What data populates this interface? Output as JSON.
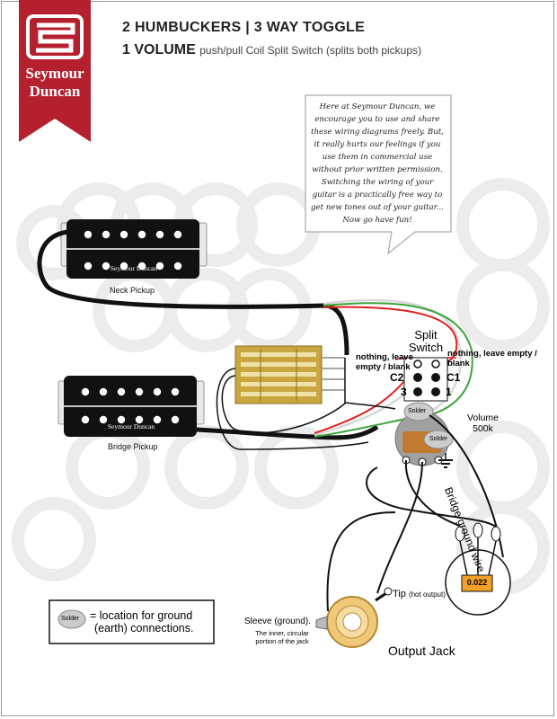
{
  "brand": {
    "line1": "Seymour",
    "line2": "Duncan",
    "ribbon_color": "#b5202e"
  },
  "header": {
    "title_line1": "2 HUMBUCKERS | 3 WAY TOGGLE",
    "title_line2_bold": "1 VOLUME",
    "title_line2_rest": "push/pull Coil Split Switch (splits both pickups)"
  },
  "note": {
    "text": "Here at Seymour Duncan, we encourage you to use and share these wiring diagrams freely. But, it really hurts our feelings if you use them in commercial use without prior written permission. Switching the wiring of your guitar is a practically free way to get new tones out of your guitar... Now go have fun!"
  },
  "pickups": {
    "neck": {
      "brand": "Seymour Duncan",
      "label": "Neck Pickup"
    },
    "bridge": {
      "brand": "Seymour Duncan",
      "label": "Bridge Pickup"
    }
  },
  "split_switch": {
    "title_line1": "Split",
    "title_line2": "Switch",
    "left_note_line1": "nothing, leave",
    "left_note_line2": "empty / blank",
    "right_note_line1": "nothing, leave empty /",
    "right_note_line2": "blank",
    "lug_c2": "C2",
    "lug_c1": "C1",
    "lug_3": "3",
    "lug_1": "1"
  },
  "volume": {
    "label_line1": "Volume",
    "label_line2": "500k",
    "solder1": "Solder",
    "solder2": "Solder"
  },
  "bridge_ground_label": "Bridge ground wire",
  "capacitor": {
    "value": "0.022",
    "color": "#f4a12a"
  },
  "jack": {
    "tip_label": "Tip",
    "tip_note": "(hot output)",
    "sleeve_label": "Sleeve (ground).",
    "sleeve_note_line1": "The inner, circular",
    "sleeve_note_line2": "portion of the jack",
    "title": "Output Jack"
  },
  "legend": {
    "solder_chip": "Solder",
    "text_line1": "= location for ground",
    "text_line2": "(earth) connections."
  },
  "wire_colors": {
    "red": "#e02020",
    "green": "#3aa63a",
    "white": "#d8d8d8",
    "black": "#111111",
    "bare": "#9a9a9a"
  }
}
